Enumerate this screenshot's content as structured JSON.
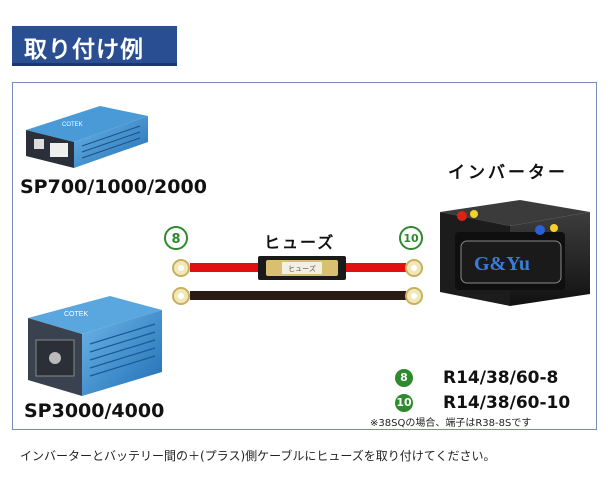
{
  "header": {
    "title": "取り付け例"
  },
  "diagram": {
    "models_small": "SP700/1000/2000",
    "models_large": "SP3000/4000",
    "inverter_label": "インバーター",
    "fuse_label": "ヒューズ",
    "fuse_body_text": "ヒューズ",
    "left_terminal_marker": "⑧",
    "right_terminal_marker": "⑩",
    "battery_brand": "G&Yu",
    "device_brand": "COTEK",
    "wire_colors": {
      "positive": "#e01010",
      "negative": "#2a1a14"
    },
    "marker_color": "#2d8a2d"
  },
  "terminals": [
    {
      "marker": "8",
      "code": "R14/38/60-8"
    },
    {
      "marker": "10",
      "code": "R14/38/60-10"
    }
  ],
  "note": "※38SQの場合、端子はR38-8Sです",
  "caption": "インバーターとバッテリー間の＋(プラス)側ケーブルにヒューズを取り付けてください。"
}
